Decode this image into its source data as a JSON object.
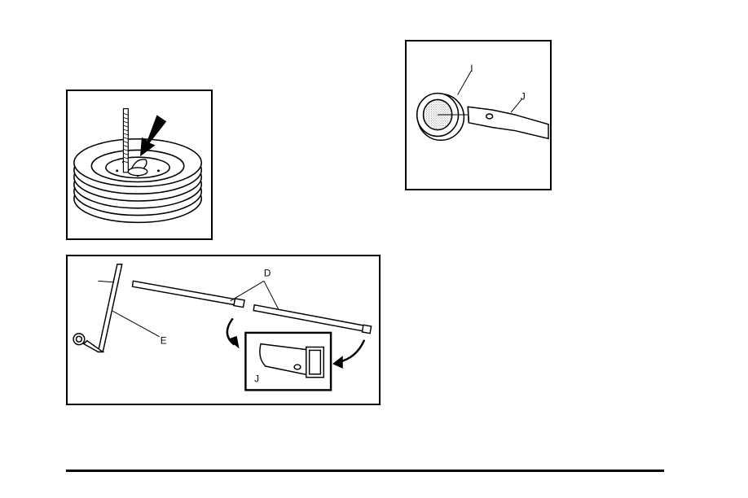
{
  "figures": {
    "spare_tire": {},
    "jack_handle": {
      "callout_d": "D",
      "callout_e": "E",
      "callout_j": "J"
    },
    "jack_socket": {
      "callout_i": "I",
      "callout_j": "J"
    }
  },
  "colors": {
    "ink": "#000000",
    "paper": "#ffffff",
    "rule": "#000000"
  }
}
